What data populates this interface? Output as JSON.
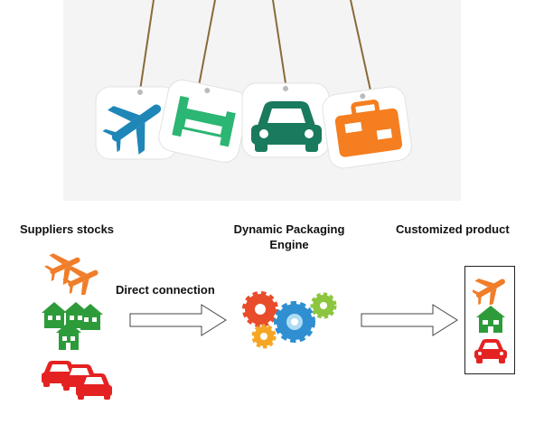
{
  "labels": {
    "suppliers": "Suppliers stocks",
    "engine_line1": "Dynamic Packaging",
    "engine_line2": "Engine",
    "customized": "Customized product",
    "connection": "Direct connection"
  },
  "colors": {
    "plane": "#1f86b8",
    "bed": "#2bb673",
    "car_tag": "#1a7a5e",
    "suitcase": "#f47e20",
    "stock_plane": "#f07d2a",
    "stock_house": "#2e9b3a",
    "stock_car": "#e52222",
    "gear_red": "#e84c2a",
    "gear_green": "#8cc63f",
    "gear_blue": "#2f8fd1",
    "gear_orange": "#f5a623"
  },
  "icons": {
    "tags": [
      "airplane-icon",
      "bed-icon",
      "car-icon",
      "suitcase-icon"
    ],
    "stocks": [
      "airplane-group-icon",
      "house-group-icon",
      "car-group-icon"
    ],
    "engine": "gears-icon",
    "arrow": "right-arrow-icon",
    "product": [
      "airplane-icon",
      "house-icon",
      "car-icon"
    ]
  }
}
